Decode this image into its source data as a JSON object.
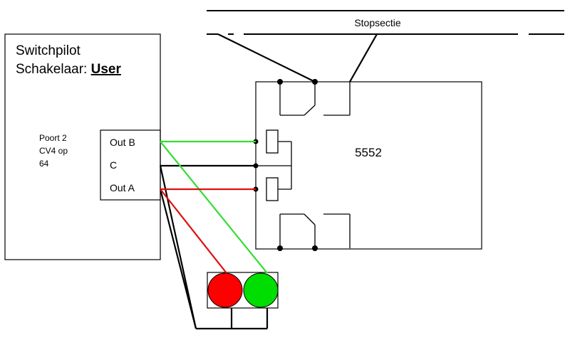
{
  "track": {
    "label": "Stopsectie"
  },
  "switchpilot": {
    "title_line1": "Switchpilot",
    "title_line2_prefix": "Schakelaar: ",
    "title_line2_user": "User",
    "port_line1": "Poort 2",
    "port_line2": "CV4 op",
    "port_line3": "64"
  },
  "connector": {
    "out_b": "Out B",
    "c": "C",
    "out_a": "Out A"
  },
  "relay": {
    "label": "5552"
  },
  "signal": {
    "red_color": "#ff0000",
    "green_color": "#00dd00"
  },
  "wires": {
    "green": "#33dd33",
    "red": "#dd1111",
    "black": "#000000"
  }
}
